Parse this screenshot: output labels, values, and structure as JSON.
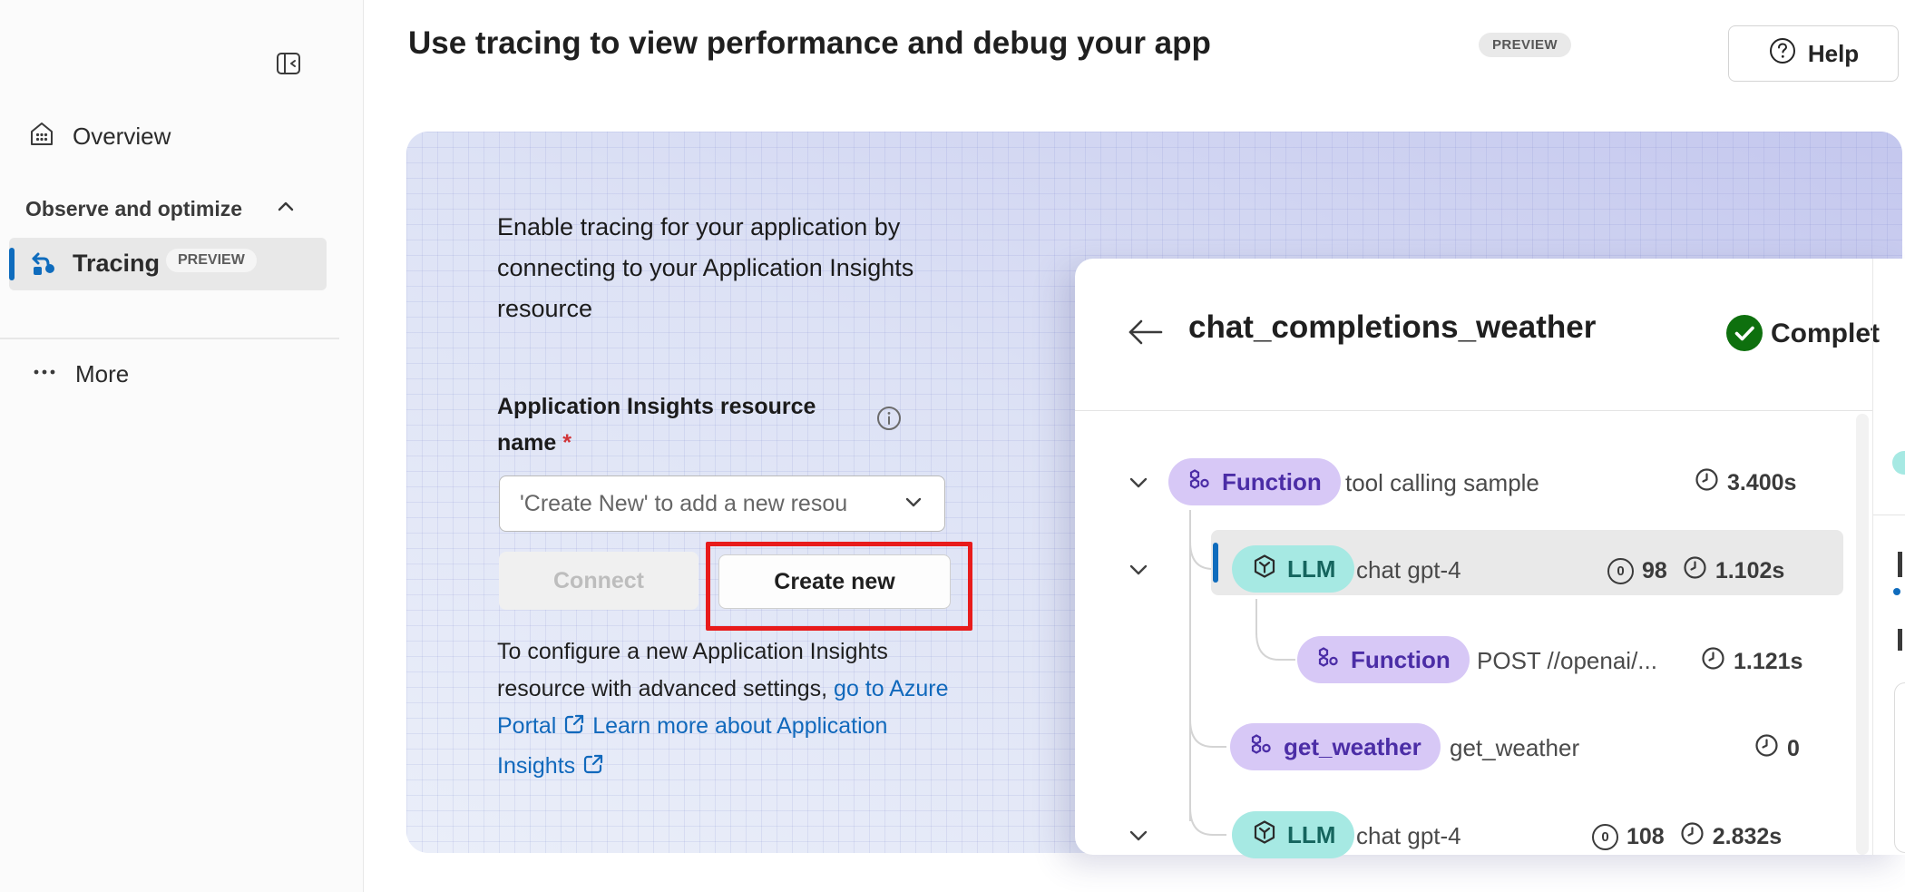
{
  "sidebar": {
    "overview": {
      "label": "Overview"
    },
    "section": {
      "label": "Observe and optimize"
    },
    "tracing": {
      "label": "Tracing",
      "badge": "PREVIEW"
    },
    "more": {
      "label": "More"
    }
  },
  "header": {
    "title": "Use tracing to view performance and debug your app",
    "badge": "PREVIEW",
    "help_label": "Help"
  },
  "panel": {
    "intro": "Enable tracing for your application by connecting to your Application Insights resource",
    "field_label": "Application Insights resource name",
    "required_mark": "*",
    "dropdown_value": "'Create New' to add a new resou",
    "connect_label": "Connect",
    "create_new_label": "Create new",
    "footnote_text": "To configure a new Application Insights resource with advanced settings,",
    "link_azure_portal": "go to Azure Portal",
    "link_learn_more": "Learn more about Application Insights"
  },
  "trace": {
    "title": "chat_completions_weather",
    "status": "Complet",
    "rows": [
      {
        "badge": "Function",
        "label": "tool calling sample",
        "duration": "3.400s"
      },
      {
        "badge": "LLM",
        "label": "chat gpt-4",
        "tokens": "98",
        "duration": "1.102s"
      },
      {
        "badge": "Function",
        "label": "POST //openai/...",
        "duration": "1.121s"
      },
      {
        "badge": "get_weather",
        "label": "get_weather",
        "duration": "0"
      },
      {
        "badge": "LLM",
        "label": "chat gpt-4",
        "tokens": "108",
        "duration": "2.832s"
      }
    ]
  },
  "colors": {
    "accent_blue": "#0f6cbd",
    "link_blue": "#1169bc",
    "status_green": "#0e700e",
    "annotation_red": "#e81b1b",
    "badge_purple_bg": "#d7c8f6",
    "badge_purple_text": "#4b2da6",
    "badge_teal_bg": "#a6e9e3",
    "badge_teal_text": "#15655e"
  }
}
